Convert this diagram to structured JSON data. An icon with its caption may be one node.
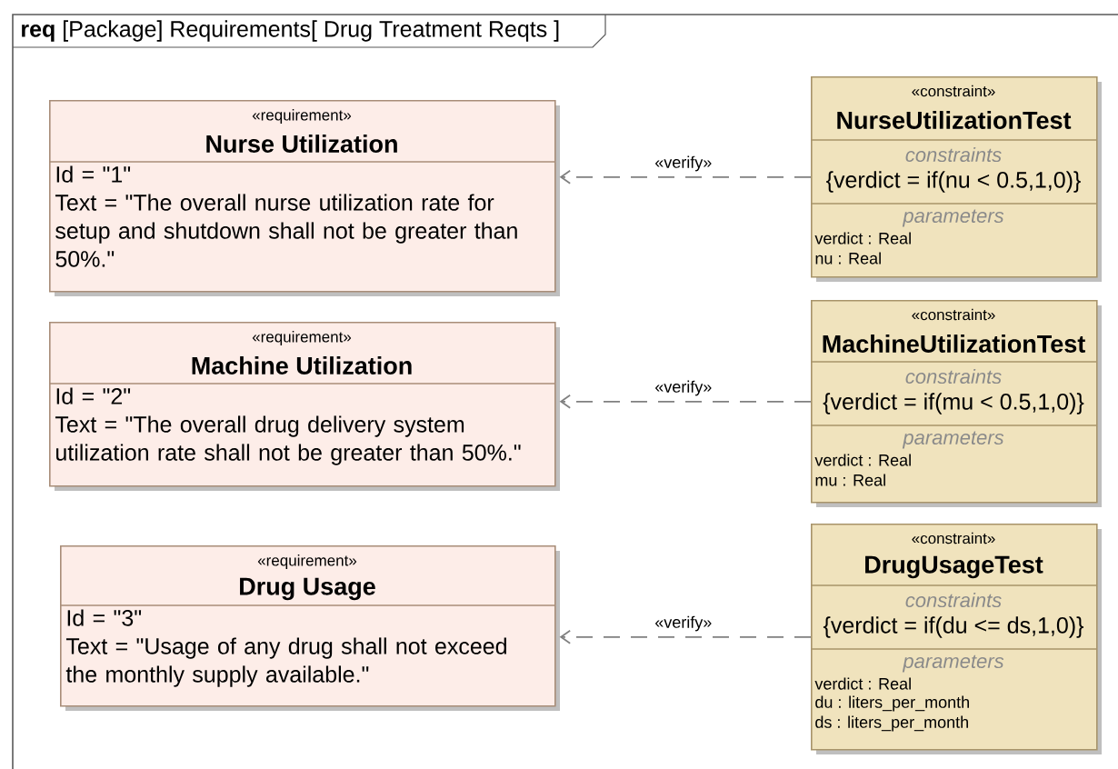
{
  "diagram": {
    "nodes": [
      {
        "text": [
          "**req** [Package] Requirements[ Drug Treatment Reqts ]"
        ]
      },
      {
        "text": [
          "«requirement»",
          "Nurse Utilization",
          "Id = \"1\"",
          "Text = \"The overall nurse utilization rate for setup and shutdown shall not be greater than 50%.\""
        ],
        "in": 0
      },
      {
        "text": [
          "«constraint»",
          "NurseUtilizationTest",
          "constraints",
          "{verdict = if(nu < 0.5,1,0)}",
          "parameters",
          "verdict : Real",
          "nu : Real"
        ],
        "in": 0
      },
      {
        "text": [
          "«requirement»",
          "Machine Utilization",
          "Id = \"2\"",
          "Text = \"The overall drug delivery system utilization rate shall not be greater than 50%.\""
        ],
        "in": 0
      },
      {
        "text": [
          "«constraint»",
          "MachineUtilizationTest",
          "constraints",
          "{verdict = if(mu < 0.5,1,0)}",
          "parameters",
          "verdict : Real",
          "mu : Real"
        ],
        "in": 0
      },
      {
        "text": [
          "«requirement»",
          "Drug Usage",
          "Id = \"3\"",
          "Text = \"Usage of any drug shall not exceed the monthly supply available.\""
        ],
        "in": 0
      },
      {
        "text": [
          "«constraint»",
          "DrugUsageTest",
          "constraints",
          "{verdict = if(du <= ds,1,0)}",
          "parameters",
          "verdict : Real",
          "du : liters_per_month",
          "ds : liters_per_month"
        ],
        "in": 0
      }
    ],
    "edges": [
      {
        "from": 2,
        "to": 1,
        "arrow": "to",
        "label": "«verify»",
        "style": "dashed"
      },
      {
        "from": 4,
        "to": 3,
        "arrow": "to",
        "label": "«verify»",
        "style": "dashed"
      },
      {
        "from": 6,
        "to": 5,
        "arrow": "to",
        "label": "«verify»",
        "style": "dashed"
      }
    ]
  }
}
